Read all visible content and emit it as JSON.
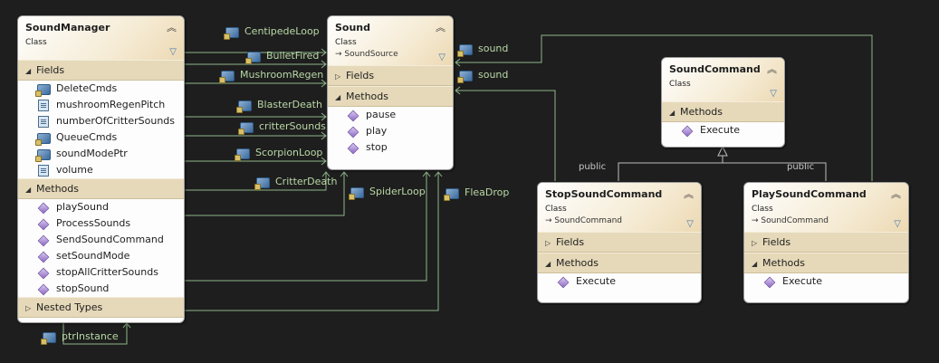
{
  "classes": {
    "sound_manager": {
      "name": "SoundManager",
      "type": "Class",
      "fields_label": "Fields",
      "fields": [
        "DeleteCmds",
        "mushroomRegenPitch",
        "numberOfCritterSounds",
        "QueueCmds",
        "soundModePtr",
        "volume"
      ],
      "methods_label": "Methods",
      "methods": [
        "playSound",
        "ProcessSounds",
        "SendSoundCommand",
        "setSoundMode",
        "stopAllCritterSounds",
        "stopSound"
      ],
      "nested_label": "Nested Types"
    },
    "sound": {
      "name": "Sound",
      "type": "Class",
      "base": "SoundSource",
      "fields_label": "Fields",
      "methods_label": "Methods",
      "methods": [
        "pause",
        "play",
        "stop"
      ]
    },
    "sound_command": {
      "name": "SoundCommand",
      "type": "Class",
      "methods_label": "Methods",
      "methods": [
        "Execute"
      ]
    },
    "stop_sound_command": {
      "name": "StopSoundCommand",
      "type": "Class",
      "base": "SoundCommand",
      "fields_label": "Fields",
      "methods_label": "Methods",
      "methods": [
        "Execute"
      ]
    },
    "play_sound_command": {
      "name": "PlaySoundCommand",
      "type": "Class",
      "base": "SoundCommand",
      "fields_label": "Fields",
      "methods_label": "Methods",
      "methods": [
        "Execute"
      ]
    }
  },
  "associations": {
    "centipede_loop": "CentipedeLoop",
    "bullet_fired": "BulletFired",
    "mushroom_regen": "MushroomRegen",
    "blaster_death": "BlasterDeath",
    "critter_sounds": "critterSounds",
    "scorpion_loop": "ScorpionLoop",
    "critter_death": "CritterDeath",
    "spider_loop": "SpiderLoop",
    "flea_drop": "FleaDrop",
    "sound_1": "sound",
    "sound_2": "sound",
    "ptr_instance": "ptrInstance"
  },
  "inheritance": {
    "stop_visibility": "public",
    "play_visibility": "public"
  },
  "icons": {
    "collapse": "double-chevron-up-icon",
    "filter": "filter-icon",
    "method": "method-cube-icon",
    "field": "field-icon",
    "private_field": "locked-field-icon",
    "association": "association-property-icon"
  }
}
